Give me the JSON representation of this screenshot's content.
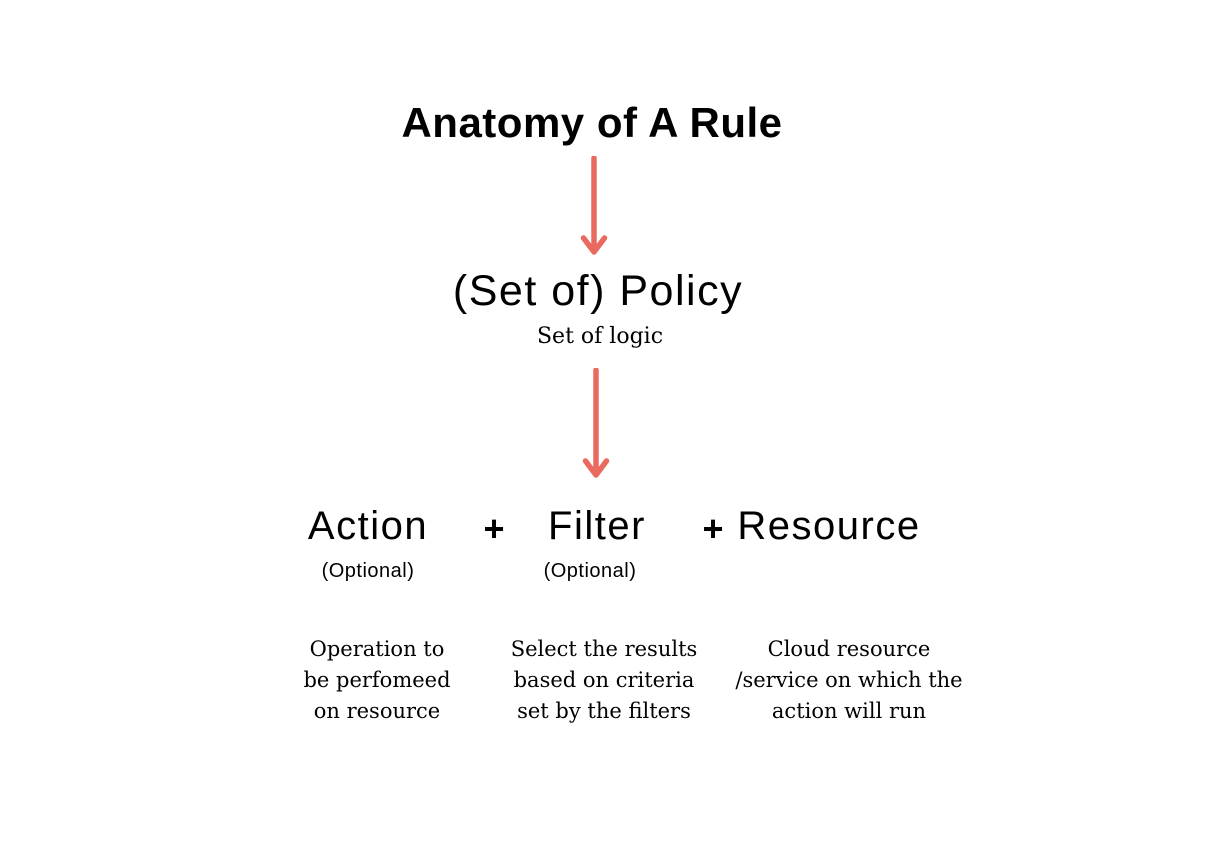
{
  "colors": {
    "arrow": "#ea6a5f",
    "text": "#000000",
    "background": "#ffffff"
  },
  "diagram": {
    "title": "Anatomy of A Rule",
    "policy": {
      "label": "(Set of) Policy",
      "sublabel": "Set of logic"
    },
    "plus": "+",
    "components": [
      {
        "label": "Action",
        "optional": "(Optional)",
        "description": "Operation to\nbe perfomeed\non resource"
      },
      {
        "label": "Filter",
        "optional": "(Optional)",
        "description": "Select the results\nbased on criteria\nset by the filters"
      },
      {
        "label": "Resource",
        "optional": "",
        "description": "Cloud resource\n/service on which the\naction will run"
      }
    ]
  }
}
